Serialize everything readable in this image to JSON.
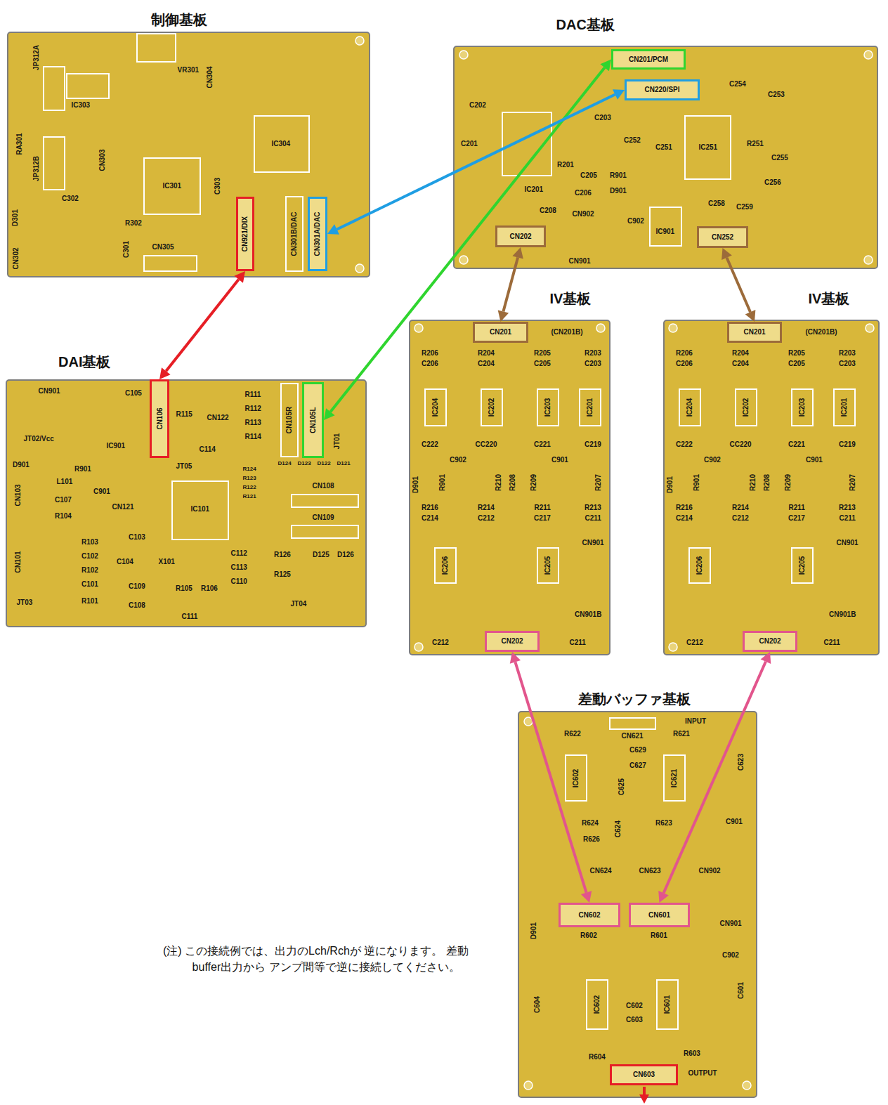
{
  "diagram": {
    "nodes": [
      {
        "text": [
          "制御基板"
        ]
      },
      {
        "text": [
          "CN921/DIX"
        ],
        "in": 0
      },
      {
        "text": [
          "CN301A/DAC"
        ],
        "in": 0
      },
      {
        "text": [
          "DAI基板"
        ]
      },
      {
        "text": [
          "CN106"
        ],
        "in": 3
      },
      {
        "text": [
          "CN105L"
        ],
        "in": 3
      },
      {
        "text": [
          "DAC基板"
        ]
      },
      {
        "text": [
          "CN201/PCM"
        ],
        "in": 6
      },
      {
        "text": [
          "CN220/SPI"
        ],
        "in": 6
      },
      {
        "text": [
          "CN202"
        ],
        "in": 6
      },
      {
        "text": [
          "CN252"
        ],
        "in": 6
      },
      {
        "text": [
          "IV基板"
        ]
      },
      {
        "text": [
          "CN201"
        ],
        "in": 11
      },
      {
        "text": [
          "CN202"
        ],
        "in": 11
      },
      {
        "text": [
          "IV基板"
        ]
      },
      {
        "text": [
          "CN201"
        ],
        "in": 14
      },
      {
        "text": [
          "CN202"
        ],
        "in": 14
      },
      {
        "text": [
          "差動バッファ基板"
        ]
      },
      {
        "text": [
          "CN602"
        ],
        "in": 17
      },
      {
        "text": [
          "CN601"
        ],
        "in": 17
      },
      {
        "text": [
          "CN603"
        ],
        "in": 17
      }
    ],
    "edges": [
      {
        "from": 1,
        "to": 4,
        "arrow": "both"
      },
      {
        "from": 7,
        "to": 5,
        "arrow": "both"
      },
      {
        "from": 8,
        "to": 2,
        "arrow": "both"
      },
      {
        "from": 9,
        "to": 12,
        "arrow": "both"
      },
      {
        "from": 10,
        "to": 15,
        "arrow": "both"
      },
      {
        "from": 13,
        "to": 18,
        "arrow": "both"
      },
      {
        "from": 16,
        "to": 19,
        "arrow": "both"
      }
    ],
    "labels": [
      "RA301",
      "JP312A",
      "JP312B",
      "IC303",
      "CN303",
      "VR301",
      "CN304",
      "IC304",
      "IC301",
      "C303",
      "C302",
      "R302",
      "D301",
      "C301",
      "CN302",
      "CN305",
      "CN301B/DAC",
      "CN901",
      "C105",
      "JT02/Vcc",
      "IC901",
      "D901",
      "R901",
      "L101",
      "C901",
      "C107",
      "R104",
      "CN103",
      "CN101",
      "JT03",
      "R103",
      "C102",
      "R102",
      "C101",
      "R101",
      "C103",
      "C104",
      "C109",
      "C108",
      "X101",
      "R105",
      "R106",
      "C111",
      "CN121",
      "R115",
      "JT05",
      "C114",
      "CN122",
      "R111",
      "R112",
      "R113",
      "R114",
      "CN105R",
      "JT01",
      "R124",
      "R123",
      "R122",
      "R121",
      "D124",
      "D123",
      "D122",
      "D121",
      "IC101",
      "CN108",
      "CN109",
      "C112",
      "C113",
      "C110",
      "R126",
      "R125",
      "D125",
      "D126",
      "JT04",
      "C202",
      "C201",
      "IC201",
      "R201",
      "C203",
      "C205",
      "C206",
      "C208",
      "CN902",
      "CN901",
      "R901",
      "D901",
      "C252",
      "C251",
      "IC251",
      "R251",
      "C253",
      "C254",
      "C255",
      "C256",
      "C258",
      "C259",
      "C902",
      "IC901",
      "(CN201B)",
      "R206",
      "C206",
      "R204",
      "C204",
      "R205",
      "C205",
      "R203",
      "C203",
      "IC204",
      "IC202",
      "IC203",
      "IC201",
      "C222",
      "CC220",
      "C221",
      "C219",
      "C902",
      "C901",
      "D901",
      "R901",
      "R210",
      "R208",
      "R209",
      "R207",
      "R216",
      "C214",
      "R214",
      "C212",
      "R211",
      "C217",
      "R213",
      "C211",
      "IC206",
      "IC205",
      "CN901",
      "CN901B",
      "C212",
      "C211",
      "(CN201B)",
      "R206",
      "C206",
      "R204",
      "C204",
      "R205",
      "C205",
      "R203",
      "C203",
      "IC204",
      "IC202",
      "IC203",
      "IC201",
      "C222",
      "CC220",
      "C221",
      "C219",
      "C902",
      "C901",
      "D901",
      "R901",
      "R210",
      "R208",
      "R209",
      "R207",
      "R216",
      "C214",
      "R214",
      "C212",
      "R211",
      "C217",
      "R213",
      "C211",
      "IC206",
      "IC205",
      "CN901",
      "CN901B",
      "C212",
      "C211",
      "INPUT",
      "CN621",
      "R622",
      "R621",
      "C629",
      "C627",
      "IC602",
      "IC621",
      "C625",
      "C624",
      "R624",
      "R626",
      "R623",
      "C901",
      "C623",
      "CN624",
      "CN623",
      "CN902",
      "CN901",
      "C902",
      "D901",
      "R602",
      "R601",
      "IC602",
      "IC601",
      "C604",
      "C602",
      "C603",
      "C601",
      "R604",
      "R603",
      "OUTPUT",
      "(注) この接続例では、出力のLch/Rchが 逆になります。 差動buffer出力から アンプ間等で逆に接続してください。"
    ]
  }
}
